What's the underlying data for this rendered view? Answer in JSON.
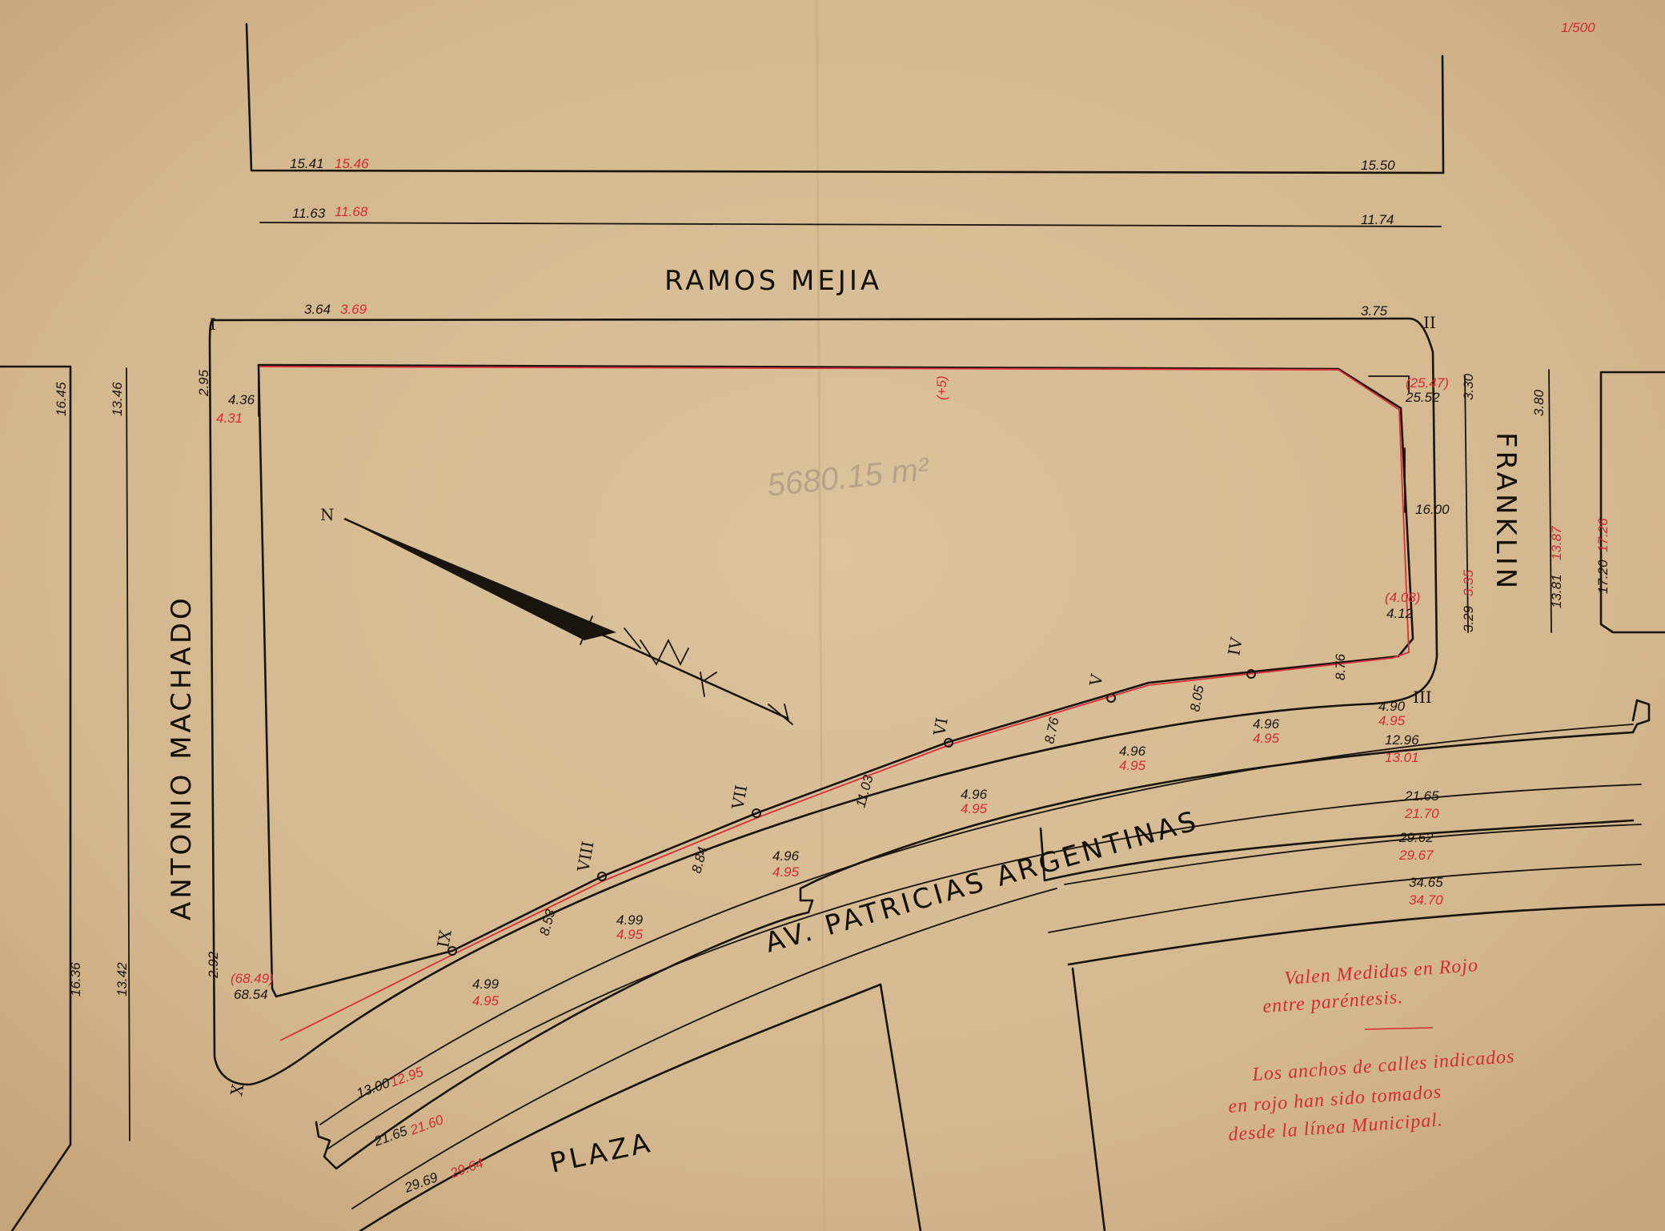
{
  "scale": "1/500",
  "streets": {
    "ramos_mejia": "RAMOS MEJIA",
    "antonio_machado": "ANTONIO MACHADO",
    "franklin": "FRANKLIN",
    "patricias": "AV. PATRICIAS ARGENTINAS",
    "plaza": "PLAZA"
  },
  "corners": [
    "I",
    "II",
    "III",
    "IV",
    "V",
    "VI",
    "VII",
    "VIII",
    "IX",
    "X"
  ],
  "north_label": "N",
  "pencil_note": "5680.15 m²",
  "notes": {
    "line1": "Valen Medidas en Rojo",
    "line2": "entre paréntesis.",
    "line3": "Los anchos de calles indicados",
    "line4": "en rojo han sido tomados",
    "line5": "desde la línea Municipal."
  },
  "widths_top": {
    "a_black": "15.41",
    "a_red": "15.46",
    "a_right": "15.50",
    "b_black": "11.63",
    "b_red": "11.68",
    "b_right": "11.74",
    "c_black": "3.64",
    "c_red": "3.69",
    "c_right": "3.75"
  },
  "widths_left": {
    "a": "16.45",
    "b": "13.46",
    "c": "16.36",
    "d": "13.42",
    "e": "2.95",
    "f": "2.92"
  },
  "widths_right": {
    "a": "3.80",
    "b": "3.35",
    "c": "13.81",
    "d": "13.87",
    "e": "17.20",
    "f": "17.26",
    "g": "3.30",
    "h": "3.29"
  },
  "widths_bottom": {
    "a_black": "12.96",
    "a_red": "13.01",
    "b_black": "21.65",
    "b_red": "21.70",
    "c_black": "29.62",
    "c_red": "29.67",
    "d_black": "34.65",
    "d_red": "34.70",
    "e_black": "13.00",
    "e_red": "12.95",
    "f_black": "21.65",
    "f_red": "21.60",
    "g_black": "29.69",
    "g_red": "29.64"
  },
  "lot": {
    "top_red": "(+5)",
    "right_top": "25.52",
    "right_top_red": "(25.47)",
    "right_mid": "16.00",
    "right_bottom": "4.12",
    "right_bottom_red": "(4.08)",
    "left_top": "4.36",
    "left_top_red": "4.31",
    "left_bottom": "68.54",
    "left_bottom_red": "(68.49)",
    "seg_1_black": "4.90",
    "seg_1_red": "4.95",
    "seg_2_black": "4.96",
    "seg_2_red": "4.95",
    "seg_3_black": "4.96",
    "seg_3_red": "4.95",
    "seg_4_black": "4.96",
    "seg_4_red": "4.95",
    "seg_5_black": "4.96",
    "seg_5_red": "4.95",
    "seg_6_black": "4.99",
    "seg_6_red": "4.95",
    "chord_1": "8.76",
    "chord_2": "8.05",
    "chord_3": "8.76",
    "chord_4": "11.03",
    "chord_5": "8.84",
    "chord_6": "8.53"
  }
}
